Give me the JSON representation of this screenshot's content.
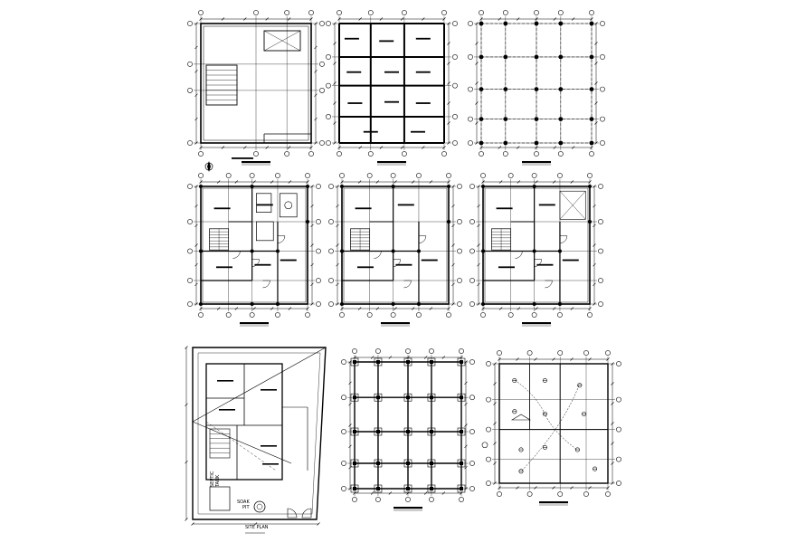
{
  "sheet": {
    "ink": "#000000",
    "paper": "#ffffff"
  },
  "site_plan": {
    "title": "SITE PLAN",
    "pit_label_1": "SOAK",
    "pit_label_2": "PIT",
    "tank_label_1": "SEPTIC",
    "tank_label_2": "TANK"
  },
  "symbols": {
    "grid_bubble": "grid-bubble-icon",
    "north_arrow": "north-arrow-icon"
  }
}
